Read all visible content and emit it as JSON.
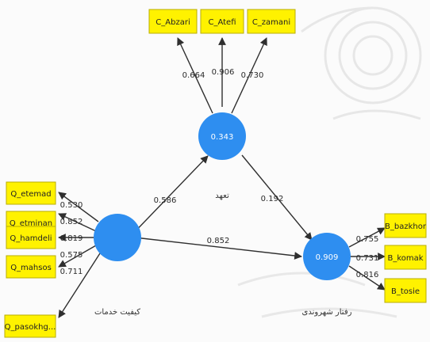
{
  "watermark_text": "",
  "latent_vars": {
    "commitment": {
      "label": "تعهد",
      "r2": "0.343"
    },
    "service": {
      "label": "کیفیت خدمات",
      "r2": ""
    },
    "behavior": {
      "label": "رفتار شهروندی",
      "r2": "0.909"
    }
  },
  "indicators": {
    "c_abzari": "C_Abzari",
    "c_atefi": "C_Atefi",
    "c_zamani": "C_zamani",
    "q_etemad": "Q_etemad",
    "q_etminan": "Q_etminan",
    "q_hamdeli": "Q_hamdeli",
    "q_mahsos": "Q_mahsos",
    "q_pasokhg": "Q_pasokhg...",
    "b_bazkhor": "B_bazkhor",
    "b_komak": "B_komak",
    "b_tosie": "B_tosie"
  },
  "loadings": {
    "c_abzari": "0.664",
    "c_atefi": "0.906",
    "c_zamani": "0.730",
    "q_etemad": "0.530",
    "q_etminan": "0.852",
    "q_hamdeli": "0.819",
    "q_mahsos": "0.575",
    "q_pasokhg": "0.711",
    "b_bazkhor": "0.755",
    "b_komak": "0.731",
    "b_tosie": "0.816"
  },
  "paths": {
    "service_to_commitment": "0.586",
    "commitment_to_behavior": "0.192",
    "service_to_behavior": "0.852"
  },
  "colors": {
    "indicator_fill": "#fff200",
    "latent_fill": "#2e8ef0",
    "edge": "#2f2f2f"
  }
}
